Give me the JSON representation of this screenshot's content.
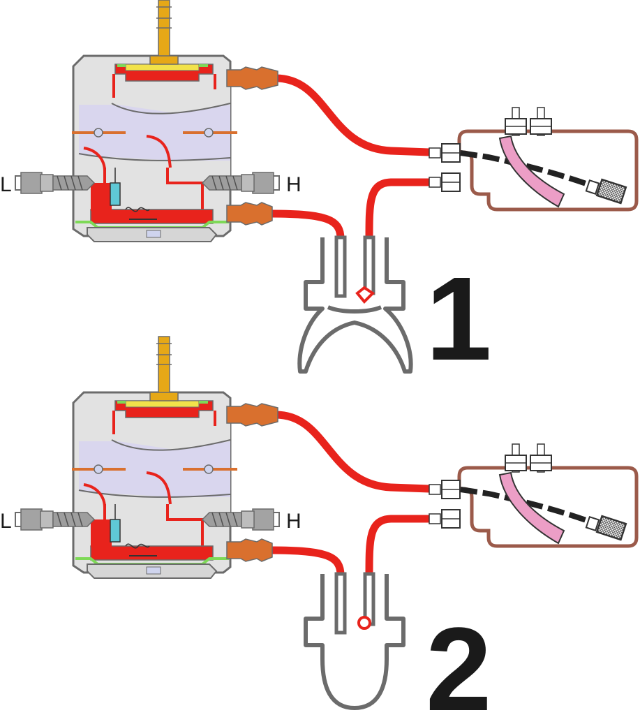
{
  "stages": [
    {
      "number": "1",
      "low_label": "L",
      "high_label": "H",
      "bulb_state": "squeezed"
    },
    {
      "number": "2",
      "low_label": "L",
      "high_label": "H",
      "bulb_state": "released"
    }
  ],
  "colors": {
    "fuel_red": "#e8231c",
    "fitting_orange": "#d9702e",
    "body_grey": "#e2e2e2",
    "outline_grey": "#6b6b6b",
    "lavender": "#d9d6ee",
    "diaphragm_green": "#7ed957",
    "yellow_membrane": "#f2e24a",
    "brass": "#e6a817",
    "tank_brown": "#9b5a4a",
    "pickup_pink": "#ec9ec6",
    "needle_cyan": "#5fc8d6"
  },
  "icons": [
    "carburetor",
    "fuel-tank",
    "primer-bulb",
    "fuel-filter",
    "adjust-screw"
  ]
}
